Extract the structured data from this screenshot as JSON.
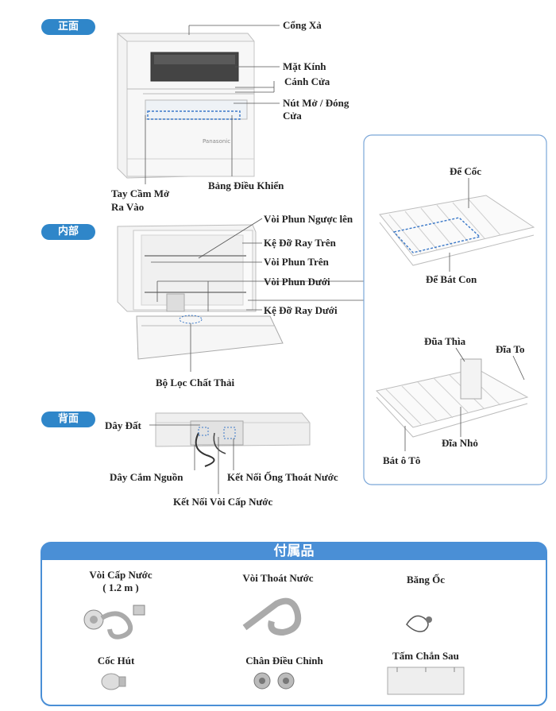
{
  "sections": {
    "front": "正面",
    "interior": "内部",
    "back": "背面"
  },
  "labels": {
    "exhaust_port": "Cổng Xả",
    "glass_window": "Mặt Kính",
    "door": "Cánh Cửa",
    "door_button_line1": "Nút Mở / Đóng",
    "door_button_line2": "Cửa",
    "control_panel": "Bảng Điều Khiển",
    "handle_line1": "Tay Cầm Mở",
    "handle_line2": "Ra Vào",
    "reverse_nozzle": "Vòi Phun Ngược lên",
    "upper_rail": "Kệ Đỡ Ray Trên",
    "upper_nozzle": "Vòi Phun Trên",
    "lower_nozzle": "Vòi Phun Dưới",
    "lower_rail": "Kệ Đỡ Ray Dưới",
    "filter": "Bộ Lọc Chất Thải",
    "ground_wire": "Dây Đất",
    "power_cord": "Dây Cắm Nguồn",
    "drain_connection": "Kết Nối Ống Thoát Nước",
    "water_supply_connection": "Kết Nối Vòi Cấp Nước",
    "cup_holder": "Để Cốc",
    "small_bowl_holder": "Để Bát Con",
    "spoon_tray": "Đũa Thìa",
    "large_plate": "Đĩa To",
    "small_plate": "Đĩa Nhỏ",
    "large_bowl": "Bát ô Tô"
  },
  "accessories": {
    "title": "付属品",
    "water_hose_line1": "Vòi Cấp Nước",
    "water_hose_line2": "( 1.2 m )",
    "drain_hose": "Vòi Thoát Nước",
    "tape": "Băng Ốc",
    "suction_cup": "Cốc Hút",
    "adjust_feet": "Chân Điều Chỉnh",
    "back_plate": "Tấm Chắn Sau"
  },
  "colors": {
    "pill_blue": "#2f86c9",
    "accessory_border": "#4a8fd6",
    "dashed_highlight": "#3a78c8",
    "rack_border": "#7aa6d8"
  }
}
